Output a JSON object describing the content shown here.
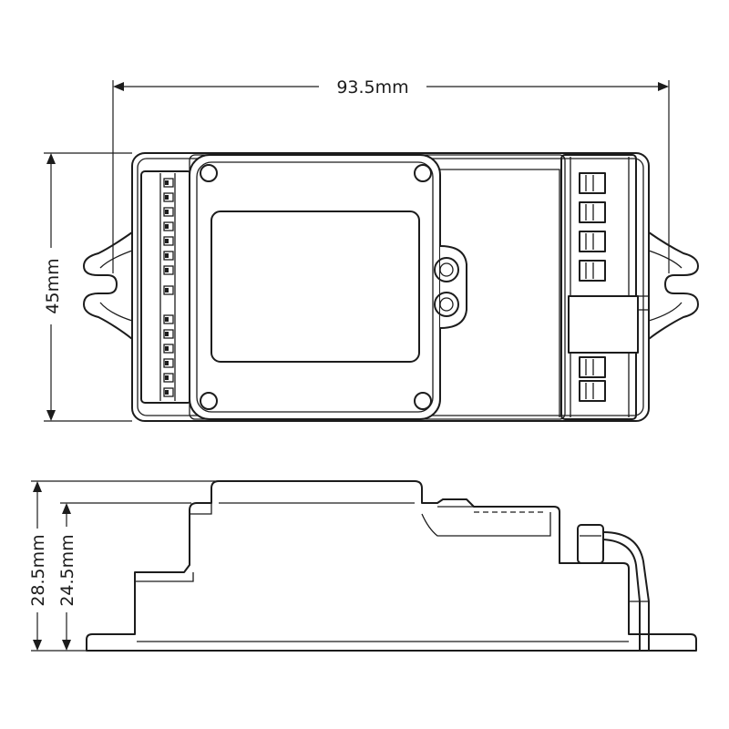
{
  "dimensions": {
    "width": "93.5mm",
    "height": "45mm",
    "total_height": "28.5mm",
    "body_height": "24.5mm"
  },
  "colors": {
    "line": "#1c1c1c",
    "background": "#ffffff"
  }
}
